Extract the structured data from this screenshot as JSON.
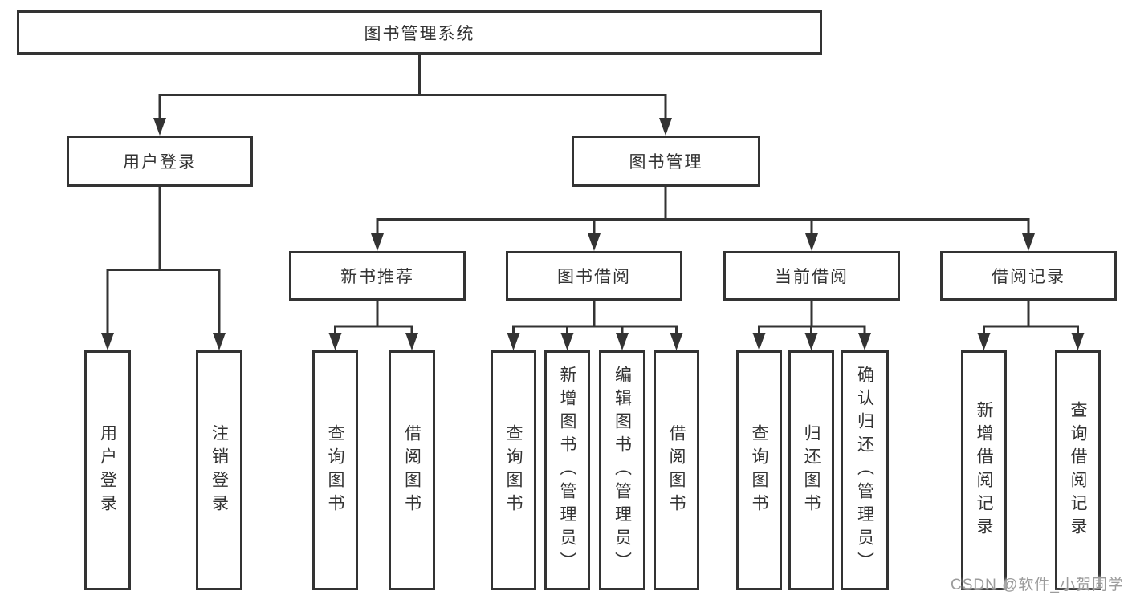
{
  "tree": {
    "root": "图书管理系统",
    "level2": [
      {
        "label": "用户登录",
        "children": [
          {
            "label": "用户登录"
          },
          {
            "label": "注销登录"
          }
        ]
      },
      {
        "label": "图书管理",
        "children": [
          {
            "label": "新书推荐",
            "children": [
              {
                "label": "查询图书"
              },
              {
                "label": "借阅图书"
              }
            ]
          },
          {
            "label": "图书借阅",
            "children": [
              {
                "label": "查询图书"
              },
              {
                "label": "新增图书（管理员）"
              },
              {
                "label": "编辑图书（管理员）"
              },
              {
                "label": "借阅图书"
              }
            ]
          },
          {
            "label": "当前借阅",
            "children": [
              {
                "label": "查询图书"
              },
              {
                "label": "归还图书"
              },
              {
                "label": "确认归还（管理员）"
              }
            ]
          },
          {
            "label": "借阅记录",
            "children": [
              {
                "label": "新增借阅记录"
              },
              {
                "label": "查询借阅记录"
              }
            ]
          }
        ]
      }
    ]
  },
  "watermark": "CSDN @软件_小贺同学",
  "colors": {
    "line": "#333333",
    "text": "#333333",
    "watermark": "#9b9b9b",
    "background": "#ffffff"
  }
}
